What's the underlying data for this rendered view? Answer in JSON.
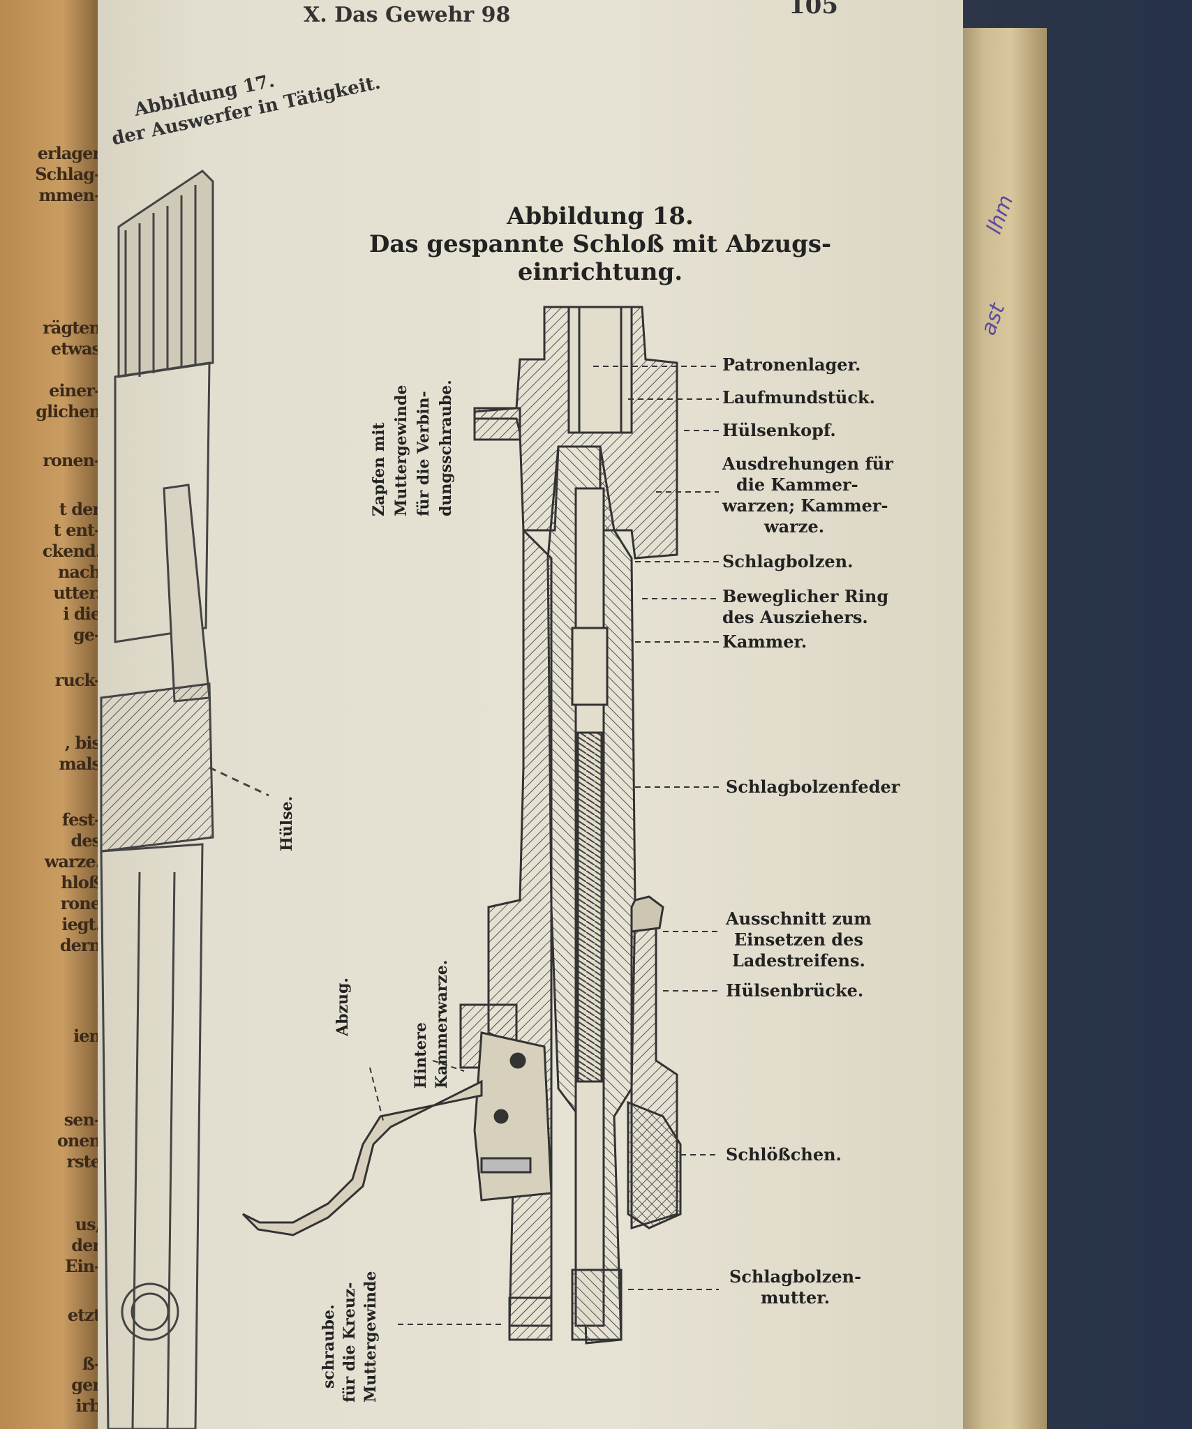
{
  "header": {
    "title": "X. Das Gewehr 98",
    "page_number": "105"
  },
  "figure17": {
    "caption_line1": "Abbildung 17.",
    "caption_line2": "der Auswerfer in Tätigkeit.",
    "label_huelse": "Hülse."
  },
  "figure18": {
    "title_line1": "Abbildung 18.",
    "title_line2": "Das gespannte Schloß mit Abzugs-",
    "title_line3": "einrichtung.",
    "labels": {
      "patronenlager": "Patronenlager.",
      "laufmundstueck": "Laufmundstück.",
      "huelsenkopf": "Hülsenkopf.",
      "ausdrehungen_1": "Ausdrehungen für",
      "ausdrehungen_2": "die Kammer-",
      "ausdrehungen_3": "warzen; Kammer-",
      "ausdrehungen_4": "warze.",
      "schlagbolzen": "Schlagbolzen.",
      "ring_1": "Beweglicher Ring",
      "ring_2": "des Ausziehers.",
      "kammer": "Kammer.",
      "schlagbolzenfeder": "Schlagbolzenfeder",
      "ausschnitt_1": "Ausschnitt zum",
      "ausschnitt_2": "Einsetzen des",
      "ausschnitt_3": "Ladestreifens.",
      "huelsenbruecke": "Hülsenbrücke.",
      "schloesschen": "Schlößchen.",
      "mutter_1": "Schlagbolzen-",
      "mutter_2": "mutter."
    },
    "vertical_labels": {
      "zapfen_1": "Zapfen mit",
      "zapfen_2": "Muttergewinde",
      "zapfen_3": "für die Verbin-",
      "zapfen_4": "dungsschraube.",
      "hintere_1": "Hintere",
      "hintere_2": "Kammerwarze.",
      "abzug": "Abzug.",
      "mutterg_1": "Muttergewinde",
      "mutterg_2": "für die Kreuz-",
      "mutterg_3": "schraube."
    }
  },
  "previous_page_fragments": [
    "erlager",
    "Schlag-",
    "mmen-",
    "rägten",
    "etwas",
    "einer-",
    "glichen",
    "ronen-",
    "t der",
    "t ent-",
    "ckend.",
    "nach",
    "utter.",
    "i die",
    "ge-",
    "ruck-",
    ", bis",
    "mals",
    "fest-",
    "des",
    "warze.",
    "hloß",
    "rone",
    "iegt.",
    "dern",
    "ien",
    "sen-",
    "onen",
    "rste",
    "us,",
    "der",
    "Ein-",
    "etzt",
    "ß-",
    "ger",
    "irb"
  ],
  "ink_marks": [
    "lhm",
    "ast"
  ]
}
